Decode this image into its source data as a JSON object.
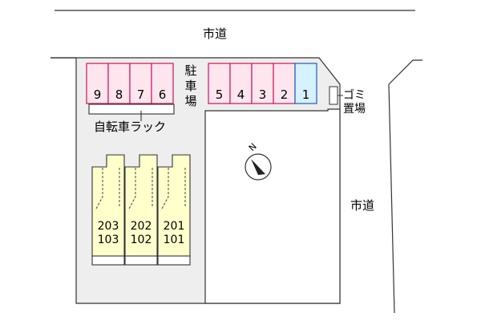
{
  "roads": {
    "top": "市道",
    "right": "市道"
  },
  "parking": {
    "label_lines": [
      "駐",
      "車",
      "場"
    ],
    "left_spaces": [
      "9",
      "8",
      "7",
      "6"
    ],
    "right_spaces": [
      "5",
      "4",
      "3",
      "2",
      "1"
    ],
    "space_color": "#ffe6ee",
    "space_stroke": "#d0105a",
    "highlight_space": "1",
    "highlight_color": "#d6f1ff",
    "highlight_stroke": "#1a5fb4"
  },
  "bike_rack": {
    "label": "自転車ラック"
  },
  "garbage": {
    "label_lines": [
      "ゴミ",
      "置場"
    ]
  },
  "compass": {
    "north": "N"
  },
  "building": {
    "fill": "#ffffcc",
    "units": [
      {
        "upper": "203",
        "lower": "103"
      },
      {
        "upper": "202",
        "lower": "102"
      },
      {
        "upper": "201",
        "lower": "101"
      }
    ]
  },
  "colors": {
    "lot": "#eeeeee",
    "outline": "#333333"
  }
}
